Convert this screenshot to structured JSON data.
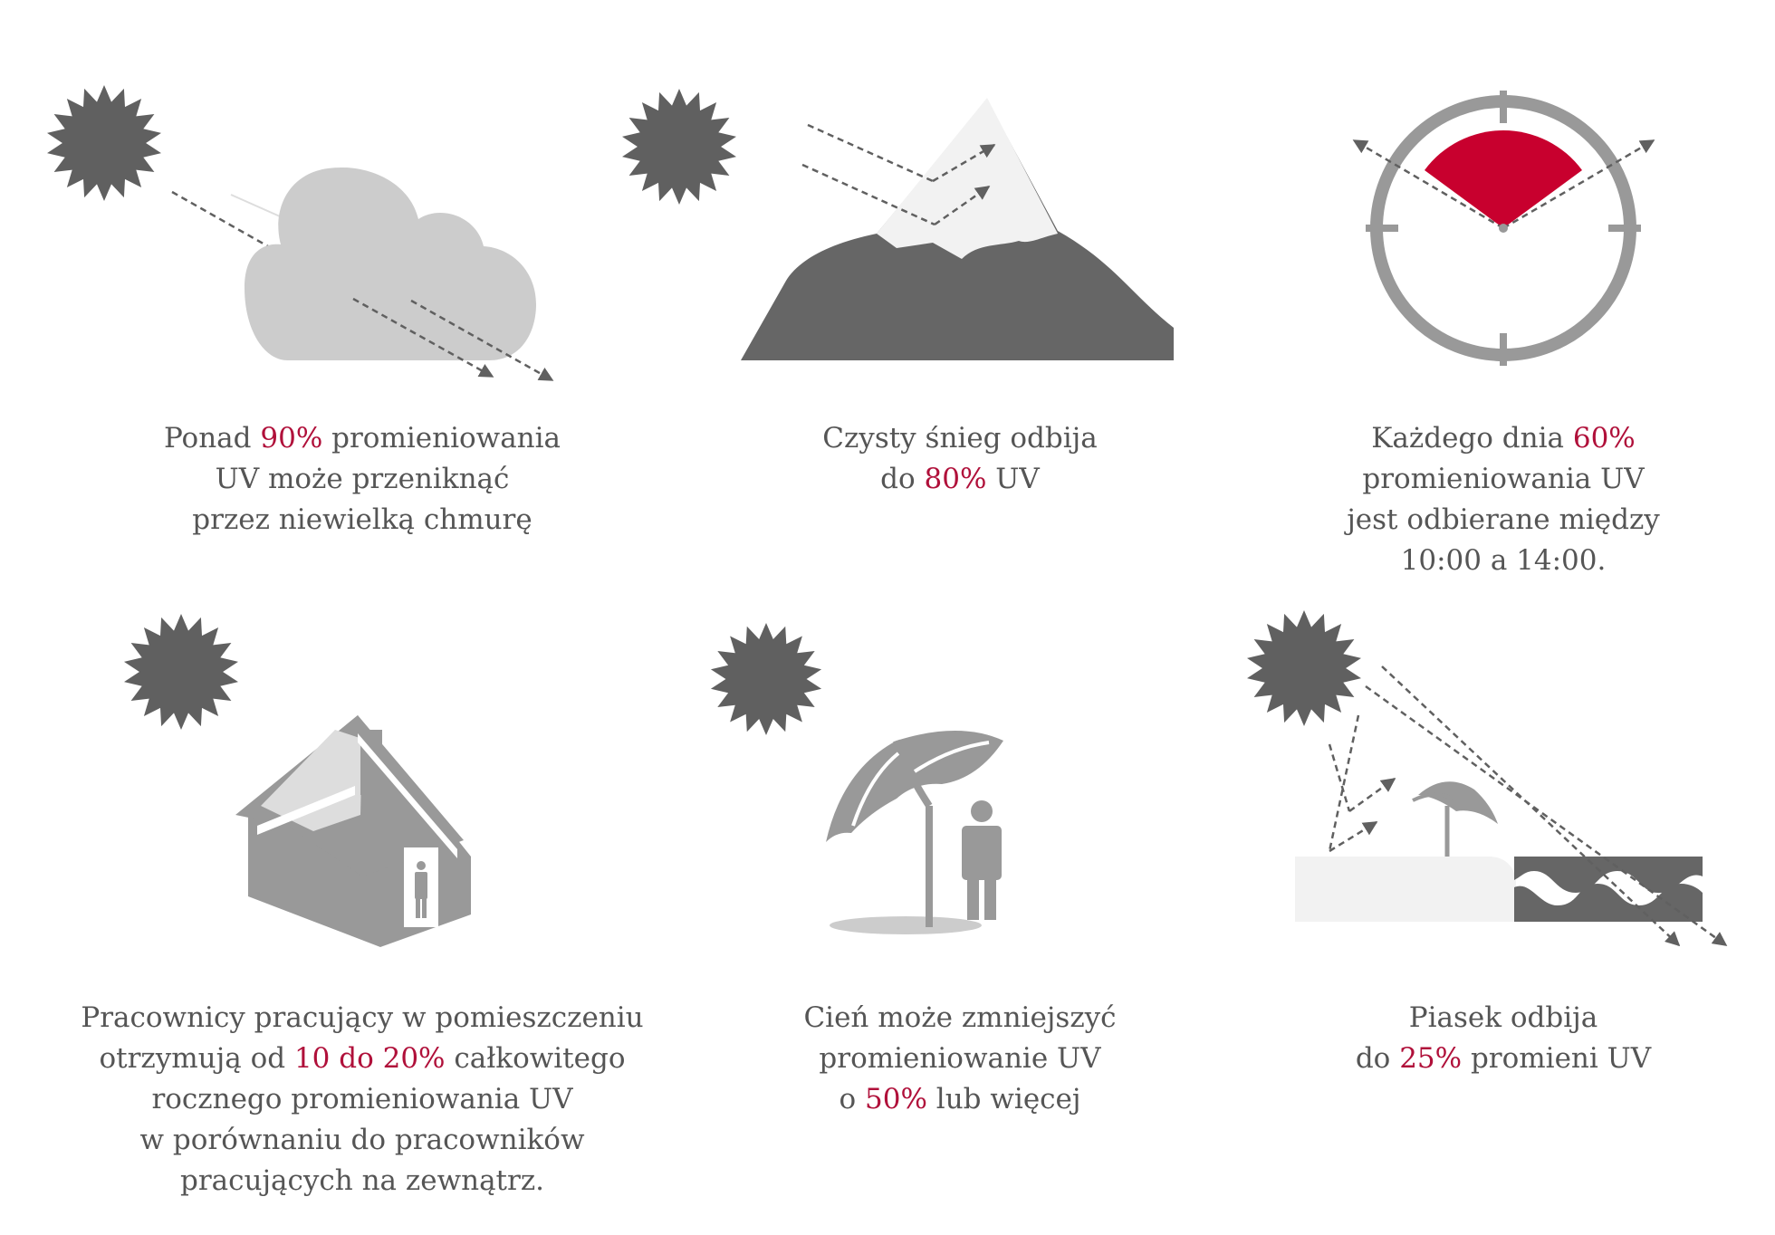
{
  "colors": {
    "sun": "#606060",
    "dark": "#666666",
    "mid": "#999999",
    "cloud": "#cccccc",
    "light": "#f2f2f2",
    "accent": "#c8002e",
    "text": "#555555",
    "highlight": "#b0103a"
  },
  "panels": [
    {
      "id": "cloud",
      "icons": [
        "sun-icon",
        "cloud-icon",
        "ray-arrow-icon"
      ],
      "lines": [
        [
          {
            "t": "Ponad "
          },
          {
            "t": "90%",
            "hl": true
          },
          {
            "t": " promieniowania"
          }
        ],
        [
          {
            "t": "UV może przeniknąć"
          }
        ],
        [
          {
            "t": "przez niewielką chmurę"
          }
        ]
      ]
    },
    {
      "id": "snow",
      "icons": [
        "sun-icon",
        "snowy-mountain-icon",
        "ray-arrow-icon"
      ],
      "lines": [
        [
          {
            "t": "Czysty śnieg odbija"
          }
        ],
        [
          {
            "t": "do "
          },
          {
            "t": "80%",
            "hl": true
          },
          {
            "t": " UV"
          }
        ]
      ]
    },
    {
      "id": "clock",
      "icons": [
        "clock-icon",
        "ray-arrow-icon"
      ],
      "lines": [
        [
          {
            "t": "Każdego dnia "
          },
          {
            "t": "60%",
            "hl": true
          }
        ],
        [
          {
            "t": "promieniowania UV"
          }
        ],
        [
          {
            "t": "jest odbierane między"
          }
        ],
        [
          {
            "t": "10:00 a 14:00."
          }
        ]
      ]
    },
    {
      "id": "house",
      "icons": [
        "sun-icon",
        "house-icon",
        "person-icon"
      ],
      "lines": [
        [
          {
            "t": "Pracownicy pracujący w pomieszczeniu"
          }
        ],
        [
          {
            "t": "otrzymują od "
          },
          {
            "t": "10 do 20%",
            "hl": true
          },
          {
            "t": " całkowitego"
          }
        ],
        [
          {
            "t": "rocznego promieniowania UV"
          }
        ],
        [
          {
            "t": "w porównaniu do pracowników"
          }
        ],
        [
          {
            "t": "pracujących na zewnątrz."
          }
        ]
      ]
    },
    {
      "id": "shade",
      "icons": [
        "sun-icon",
        "umbrella-icon",
        "person-icon"
      ],
      "lines": [
        [
          {
            "t": "Cień może zmniejszyć"
          }
        ],
        [
          {
            "t": "promieniowanie UV"
          }
        ],
        [
          {
            "t": "o "
          },
          {
            "t": "50%",
            "hl": true
          },
          {
            "t": " lub więcej"
          }
        ]
      ]
    },
    {
      "id": "sand",
      "icons": [
        "sun-icon",
        "beach-umbrella-icon",
        "waves-icon",
        "ray-arrow-icon"
      ],
      "lines": [
        [
          {
            "t": "Piasek odbija"
          }
        ],
        [
          {
            "t": "do "
          },
          {
            "t": "25%",
            "hl": true
          },
          {
            "t": " promieni UV"
          }
        ]
      ]
    }
  ]
}
